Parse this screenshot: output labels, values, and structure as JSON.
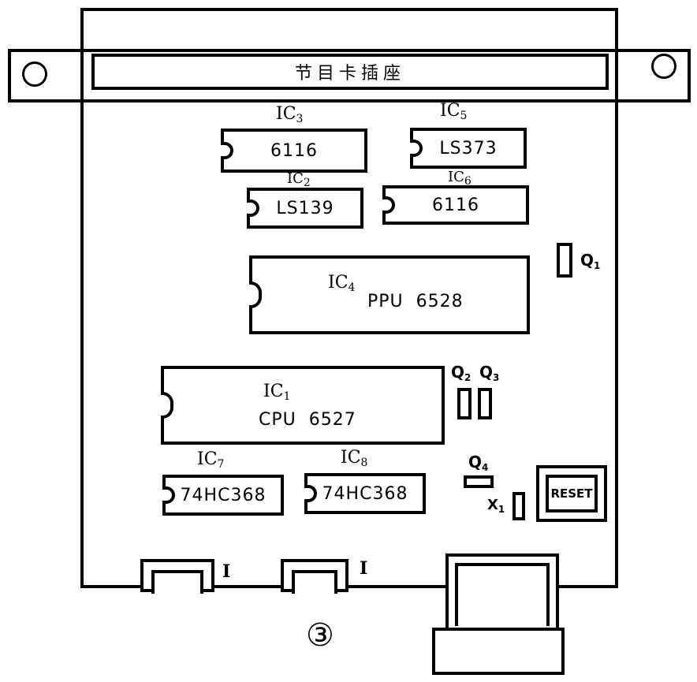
{
  "slot": {
    "label": "节目卡插座"
  },
  "chips": [
    {
      "ic": "IC",
      "ic_sub": "3",
      "label": "6116"
    },
    {
      "ic": "IC",
      "ic_sub": "5",
      "label": "LS373"
    },
    {
      "ic": "IC",
      "ic_sub": "2",
      "label": "LS139"
    },
    {
      "ic": "IC",
      "ic_sub": "6",
      "label": "6116"
    },
    {
      "ic": "IC",
      "ic_sub": "4",
      "label": "PPU  6528"
    },
    {
      "ic": "IC",
      "ic_sub": "1",
      "label": "CPU  6527"
    },
    {
      "ic": "IC",
      "ic_sub": "7",
      "label": "74HC368"
    },
    {
      "ic": "IC",
      "ic_sub": "8",
      "label": "74HC368"
    }
  ],
  "components": [
    {
      "label": "Q",
      "sub": "1"
    },
    {
      "label": "Q",
      "sub": "2"
    },
    {
      "label": "Q",
      "sub": "3"
    },
    {
      "label": "Q",
      "sub": "4"
    },
    {
      "label": "X",
      "sub": "1"
    }
  ],
  "reset": {
    "label": "RESET"
  },
  "ports": [
    {
      "label": "I"
    },
    {
      "label": "I"
    }
  ],
  "figure": {
    "number": "③"
  }
}
